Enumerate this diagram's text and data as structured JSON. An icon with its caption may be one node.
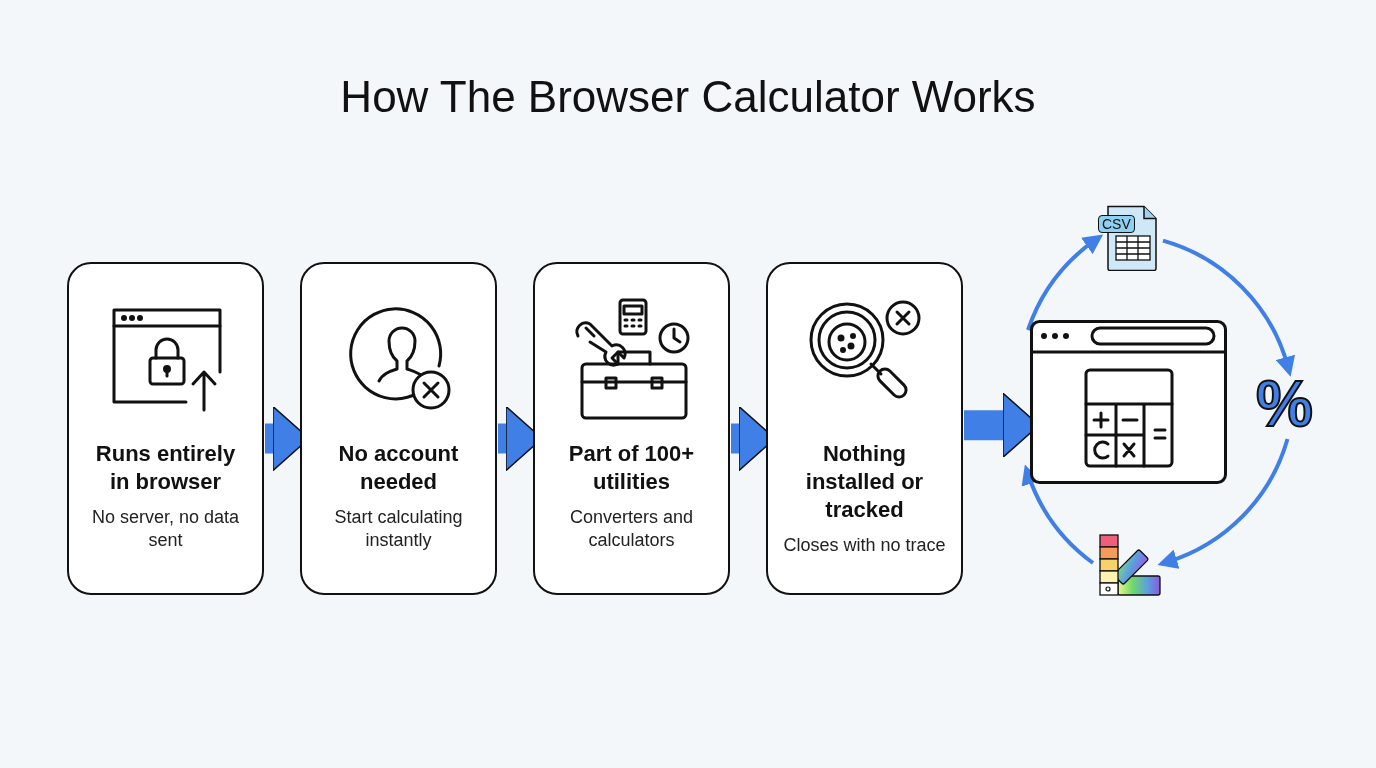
{
  "diagram": {
    "title": "How The Browser Calculator Works",
    "nodes": [
      {
        "text": [
          "Runs entirely in browser",
          "No server, no data sent"
        ]
      },
      {
        "text": [
          "No account needed",
          "Start calculating instantly"
        ]
      },
      {
        "text": [
          "Part of 100+ utilities",
          "Converters and calculators"
        ]
      },
      {
        "text": [
          "Nothing installed or tracked",
          "Closes with no trace"
        ]
      },
      {
        "text": [],
        "shape": "picture"
      },
      {
        "text": [
          "CSV"
        ]
      },
      {
        "text": [
          "%"
        ]
      },
      {
        "text": [],
        "shape": "picture"
      }
    ],
    "edges": [
      {
        "from": 0,
        "to": 1,
        "arrow": "to",
        "style": "thick"
      },
      {
        "from": 1,
        "to": 2,
        "arrow": "to",
        "style": "thick"
      },
      {
        "from": 2,
        "to": 3,
        "arrow": "to",
        "style": "thick"
      },
      {
        "from": 3,
        "to": 4,
        "arrow": "to",
        "style": "thick"
      },
      {
        "from": 4,
        "to": 5,
        "arrow": "to"
      },
      {
        "from": 5,
        "to": 6,
        "arrow": "to"
      },
      {
        "from": 6,
        "to": 7,
        "arrow": "to"
      },
      {
        "from": 7,
        "to": 4,
        "arrow": "to"
      }
    ]
  }
}
